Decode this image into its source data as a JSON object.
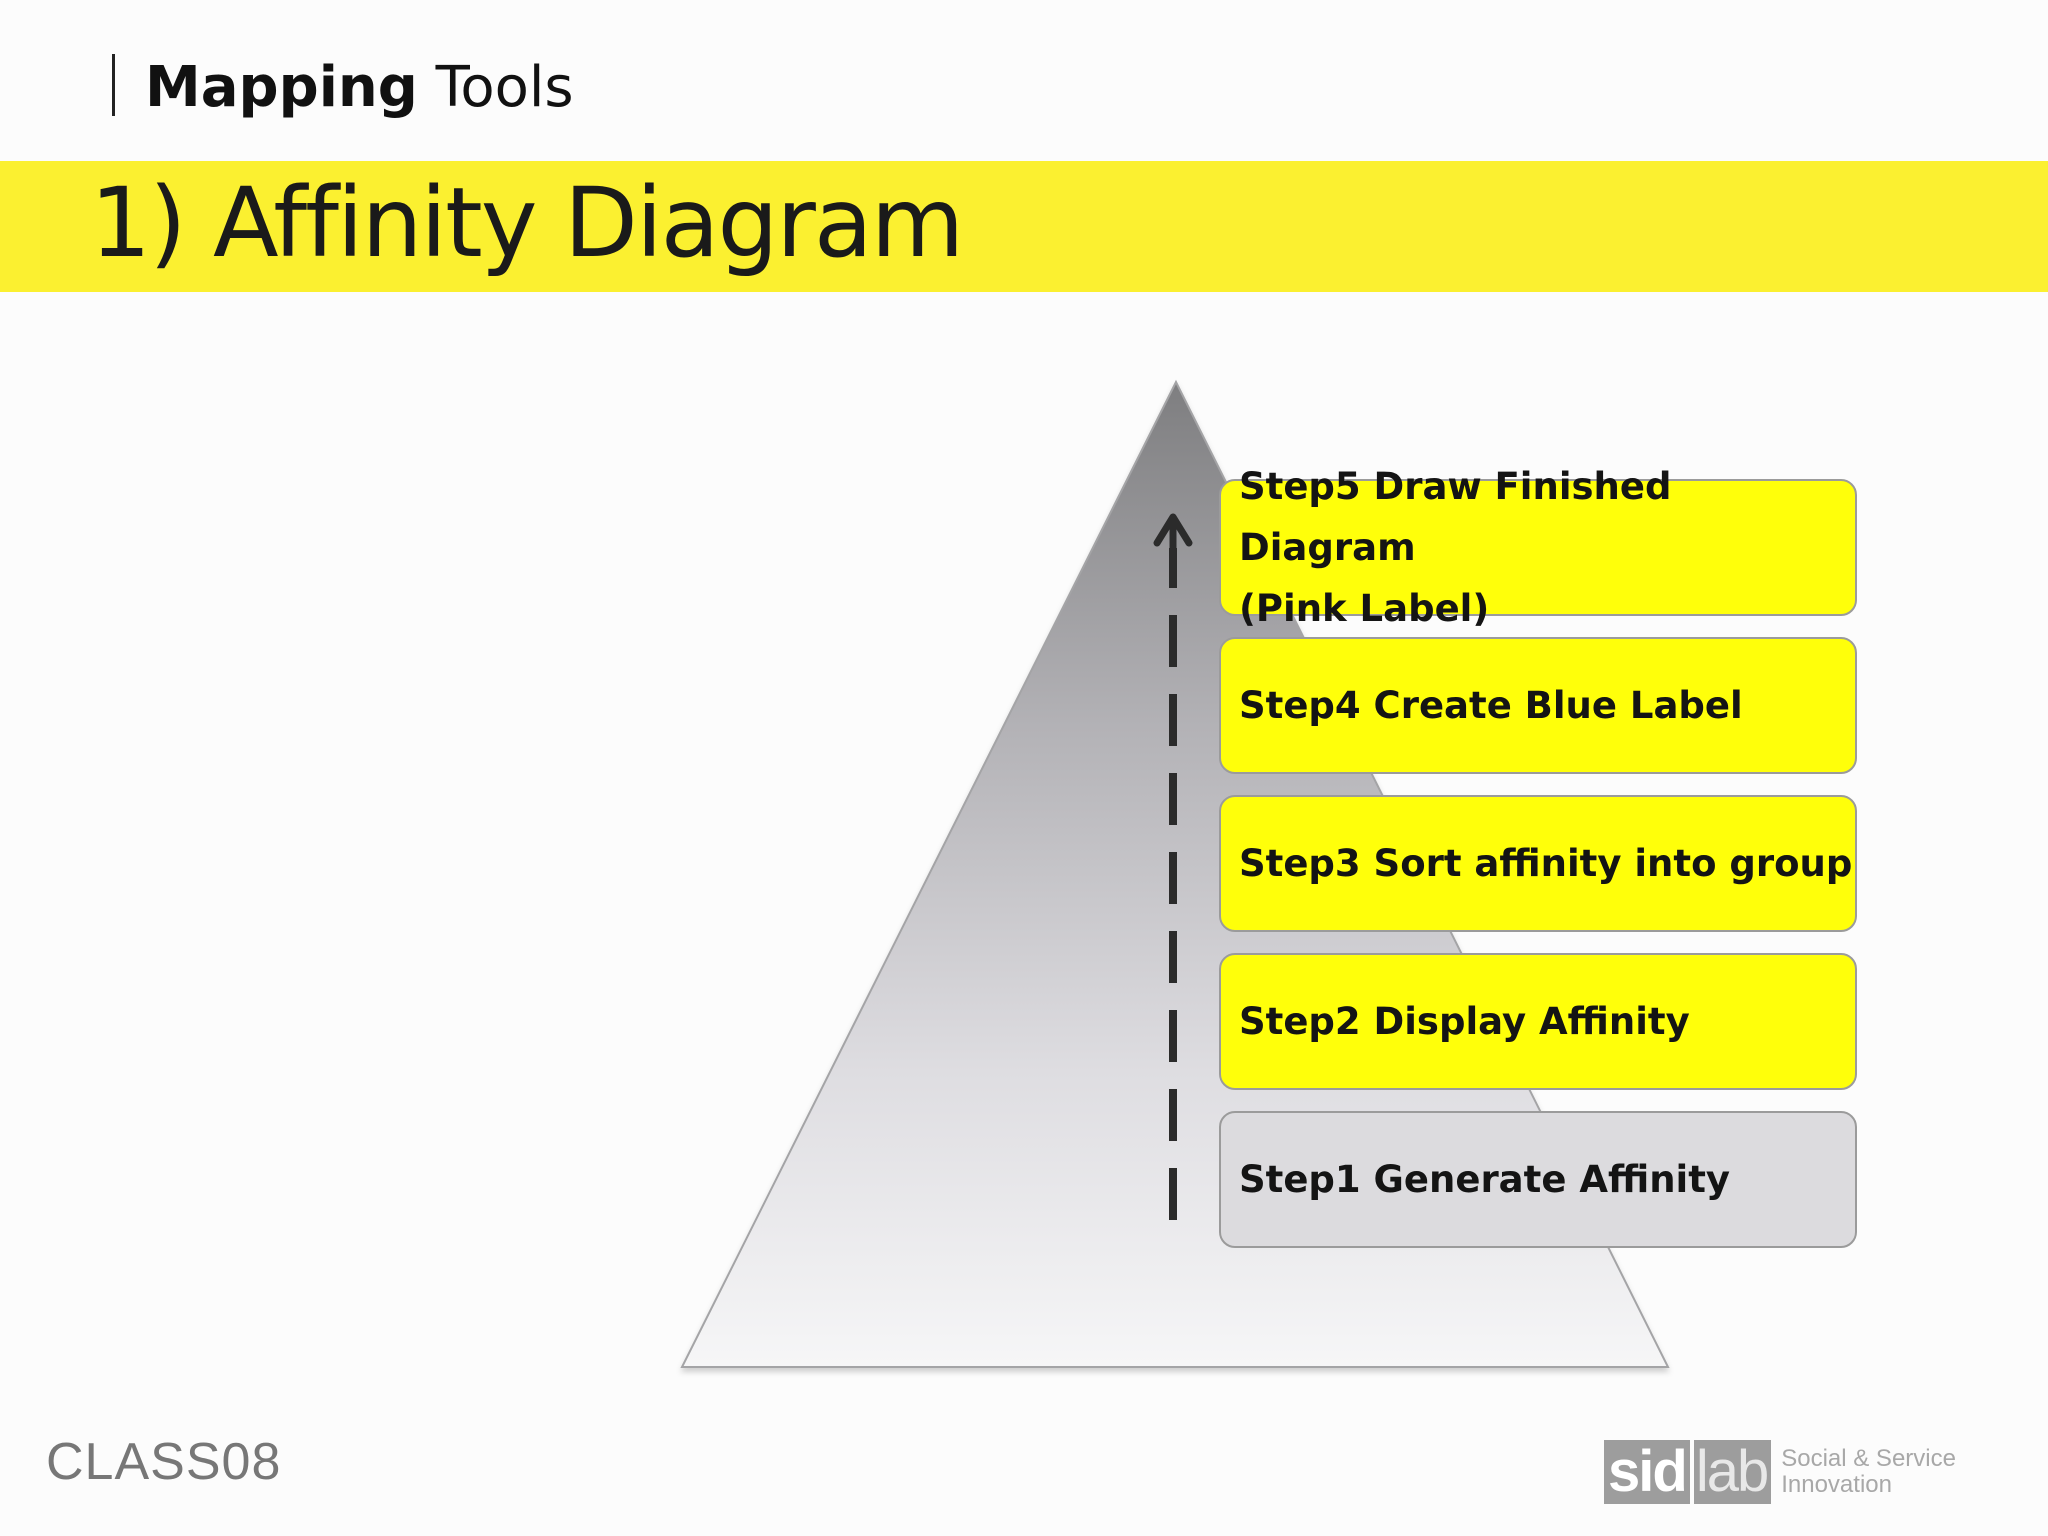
{
  "header": {
    "section_bold": "Mapping",
    "section_light": "Tools"
  },
  "title": "1) Affinity Diagram",
  "steps": [
    {
      "label": "Step5 Draw Finished Diagram\n(Pink Label)",
      "color": "#ffff0a"
    },
    {
      "label": "Step4 Create Blue Label",
      "color": "#ffff0a"
    },
    {
      "label": "Step3 Sort affinity into group",
      "color": "#ffff0a"
    },
    {
      "label": "Step2 Display Affinity",
      "color": "#ffff0a"
    },
    {
      "label": "Step1 Generate Affinity",
      "color": "#dcdbde"
    }
  ],
  "footer": {
    "class_label": "CLASS08",
    "logo_sid": "sid",
    "logo_lab": "lab",
    "logo_tag_line1": "Social & Service",
    "logo_tag_line2": "Innovation"
  },
  "colors": {
    "accent_band": "#fbf030",
    "step_active": "#ffff0a",
    "step_done": "#dcdbde"
  }
}
